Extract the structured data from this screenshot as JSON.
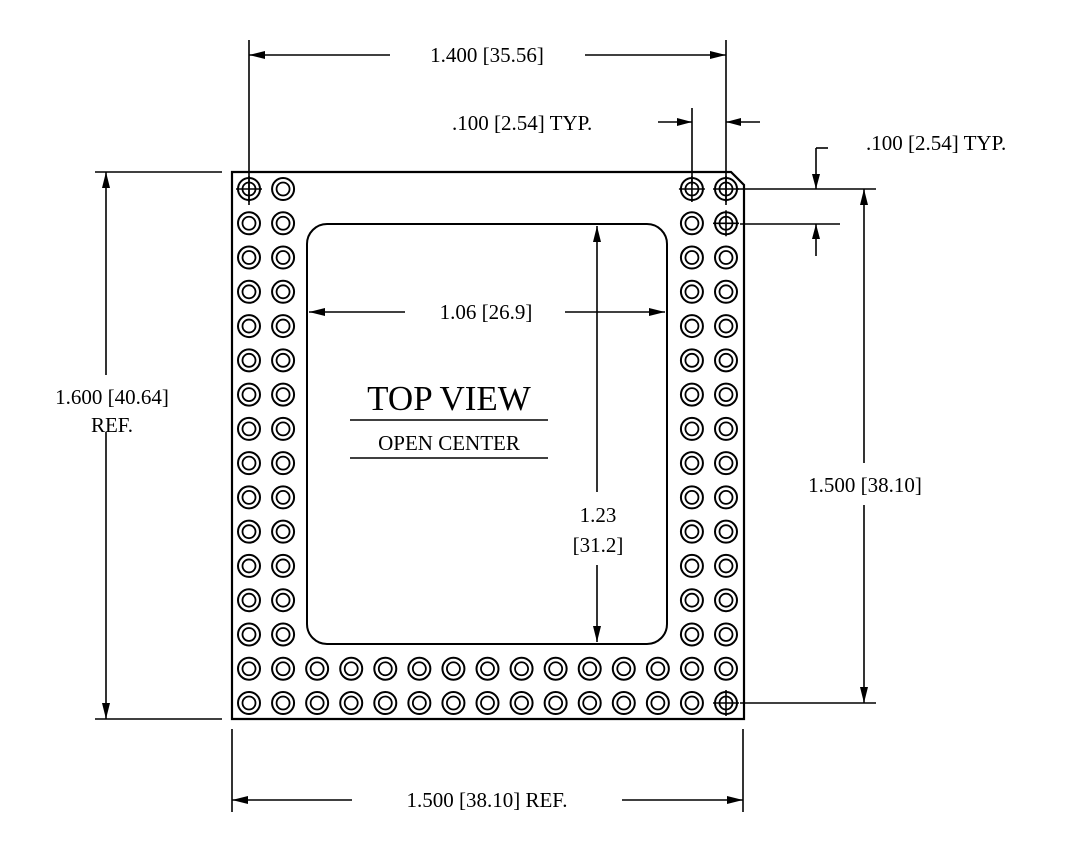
{
  "drawing": {
    "view_title": "TOP VIEW",
    "view_subtitle": "OPEN CENTER",
    "dimensions": {
      "top_width": "1.400 [35.56]",
      "pin_pitch_horizontal": ".100 [2.54] TYP.",
      "pin_pitch_vertical": ".100 [2.54] TYP.",
      "overall_height_line1": "1.600 [40.64]",
      "overall_height_line2": "REF.",
      "open_center_width": "1.06 [26.9]",
      "open_center_height_line1": "1.23",
      "open_center_height_line2": "[31.2]",
      "pin_span_height": "1.500 [38.10]",
      "overall_width": "1.500 [38.10] REF."
    },
    "pin_grid": {
      "columns": 15,
      "rows": 16,
      "outer_rows_per_side": 2,
      "outer_columns_per_side": 2,
      "bottom_rows": 2
    },
    "colors": {
      "line": "#000000",
      "background": "#ffffff"
    }
  }
}
